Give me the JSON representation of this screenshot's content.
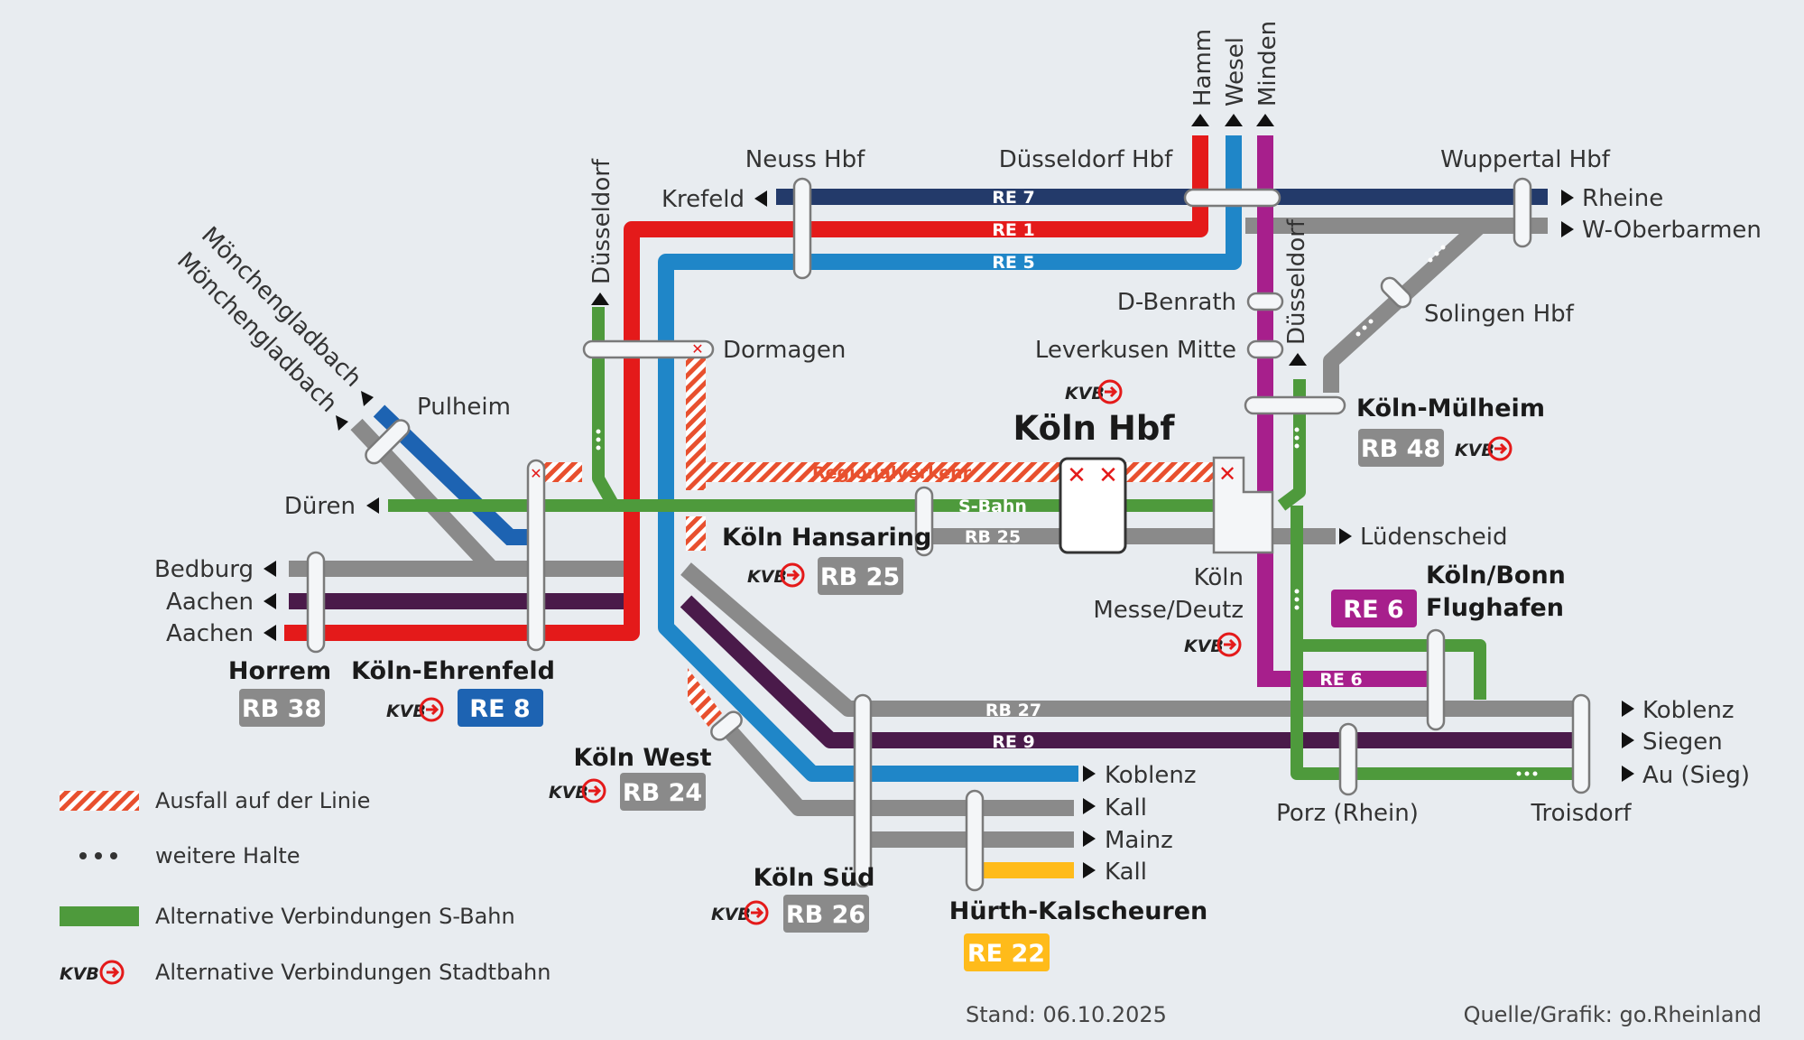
{
  "colors": {
    "RE7": "#233a6a",
    "RE1": "#e41a1a",
    "RE5": "#1f86c8",
    "RE6": "#a71f8c",
    "RE8": "#1d63b2",
    "RE9": "#4a1a4a",
    "RB": "#8a8a8a",
    "RE22": "#ffbb1a",
    "SBahn": "#4e9a3c",
    "cancel": "#e8502e"
  },
  "title": {
    "main": "Köln Hbf"
  },
  "lines": {
    "re7": "RE 7",
    "re1": "RE 1",
    "re5": "RE 5",
    "sbahn": "S-Bahn",
    "rb25": "RB 25",
    "regional": "Regionalverkehr",
    "rb27": "RB 27",
    "re9": "RE 9",
    "re6": "RE 6"
  },
  "destinations": {
    "hamm": "Hamm",
    "wesel": "Wesel",
    "minden": "Minden",
    "rheine": "Rheine",
    "woberbarmen": "W-Oberbarmen",
    "krefeld": "Krefeld",
    "dueren": "Düren",
    "bedburg": "Bedburg",
    "aachen1": "Aachen",
    "aachen2": "Aachen",
    "mg1": "Mönchengladbach",
    "mg2": "Mönchengladbach",
    "dus_left": "Düsseldorf",
    "dus_right": "Düsseldorf",
    "luedenscheid": "Lüdenscheid",
    "koblenz_r": "Koblenz",
    "siegen": "Siegen",
    "au": "Au (Sieg)",
    "koblenz_s": "Koblenz",
    "kall1": "Kall",
    "mainz": "Mainz",
    "kall2": "Kall"
  },
  "stations": {
    "neuss": "Neuss Hbf",
    "dus_hbf": "Düsseldorf Hbf",
    "wuppertal": "Wuppertal Hbf",
    "benrath": "D-Benrath",
    "leverkusen": "Leverkusen Mitte",
    "solingen": "Solingen Hbf",
    "dormagen": "Dormagen",
    "pulheim": "Pulheim",
    "muelheim": "Köln-Mülheim",
    "hansaring": "Köln Hansaring",
    "messe1": "Köln",
    "messe2": "Messe/Deutz",
    "flughafen1": "Köln/Bonn",
    "flughafen2": "Flughafen",
    "horrem": "Horrem",
    "ehrenfeld": "Köln-Ehrenfeld",
    "west": "Köln West",
    "sued": "Köln Süd",
    "huerth": "Hürth-Kalscheuren",
    "porz": "Porz (Rhein)",
    "troisdorf": "Troisdorf"
  },
  "badges": {
    "rb48": "RB 48",
    "rb25": "RB 25",
    "re6": "RE 6",
    "rb38": "RB 38",
    "re8": "RE 8",
    "rb24": "RB 24",
    "rb26": "RB 26",
    "re22": "RE 22"
  },
  "kvb": "KVB",
  "legend": {
    "cancel": "Ausfall auf der Linie",
    "stops": "weitere Halte",
    "sbahn": "Alternative Verbindungen S-Bahn",
    "stadtbahn": "Alternative Verbindungen Stadtbahn"
  },
  "footer": {
    "date": "Stand: 06.10.2025",
    "source": "Quelle/Grafik: go.Rheinland"
  }
}
